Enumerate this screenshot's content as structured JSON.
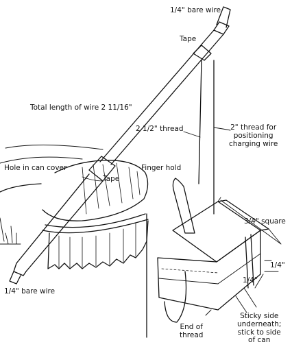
{
  "labels": {
    "bare_wire_top": "1/4\" bare wire",
    "tape_top": "Tape",
    "total_length": "Total length of wire 2 11/16\"",
    "thread_2_5": "2 1/2\" thread",
    "thread_2_line1": "2\" thread for",
    "thread_2_line2": "positioning",
    "thread_2_line3": "charging wire",
    "hole_in_can": "Hole in can cover",
    "tape_mid": "Tape",
    "finger_hold": "Finger hold",
    "square": "3/4\" square",
    "quarter_a": "1/4\"",
    "quarter_b": "1/4\"",
    "bare_wire_bottom": "1/4\" bare wire",
    "end_of_thread_line1": "End of",
    "end_of_thread_line2": "thread",
    "sticky_line1": "Sticky side",
    "sticky_line2": "underneath;",
    "sticky_line3": "stick to side",
    "sticky_line4": "of can"
  }
}
